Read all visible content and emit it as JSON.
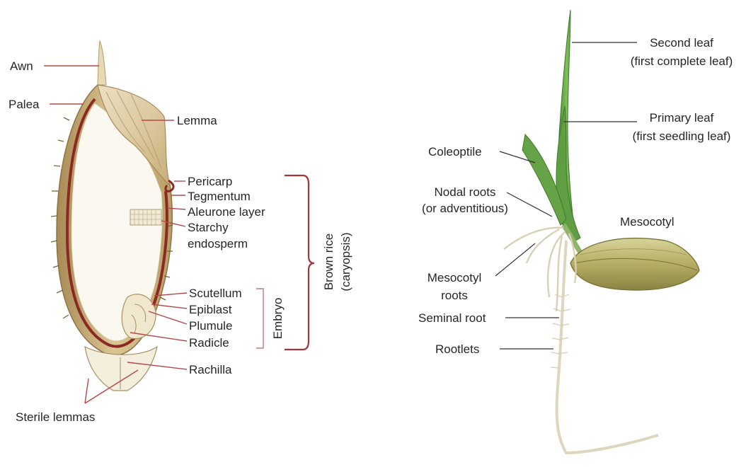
{
  "grain_labels": {
    "awn": "Awn",
    "palea": "Palea",
    "lemma": "Lemma",
    "pericarp": "Pericarp",
    "tegmentum": "Tegmentum",
    "aleurone_layer": "Aleurone layer",
    "starchy_line1": "Starchy",
    "starchy_line2": "endosperm",
    "scutellum": "Scutellum",
    "epiblast": "Epiblast",
    "plumule": "Plumule",
    "radicle": "Radicle",
    "rachilla": "Rachilla",
    "sterile_lemmas": "Sterile lemmas"
  },
  "grain_brackets": {
    "brown_rice_line1": "Brown rice",
    "brown_rice_line2": "(caryopsis)",
    "embryo": "Embryo"
  },
  "seedling_labels": {
    "second_leaf_line1": "Second leaf",
    "second_leaf_line2": "(first complete leaf)",
    "primary_leaf_line1": "Primary leaf",
    "primary_leaf_line2": "(first seedling leaf)",
    "coleoptile": "Coleoptile",
    "nodal_roots_line1": "Nodal roots",
    "nodal_roots_line2": "(or adventitious)",
    "mesocotyl": "Mesocotyl",
    "mesocotyl_roots_line1": "Mesocotyl",
    "mesocotyl_roots_line2": "roots",
    "seminal_root": "Seminal root",
    "rootlets": "Rootlets"
  },
  "colors": {
    "leader_red": "#b5494a",
    "leader_black": "#333333",
    "brace": "#a5333a",
    "hull": "#cdb37e",
    "pericarp": "#8b2a22",
    "leaf_green": "#6aa84f",
    "seed": "#b9b26a",
    "root": "#ddd5bd"
  }
}
